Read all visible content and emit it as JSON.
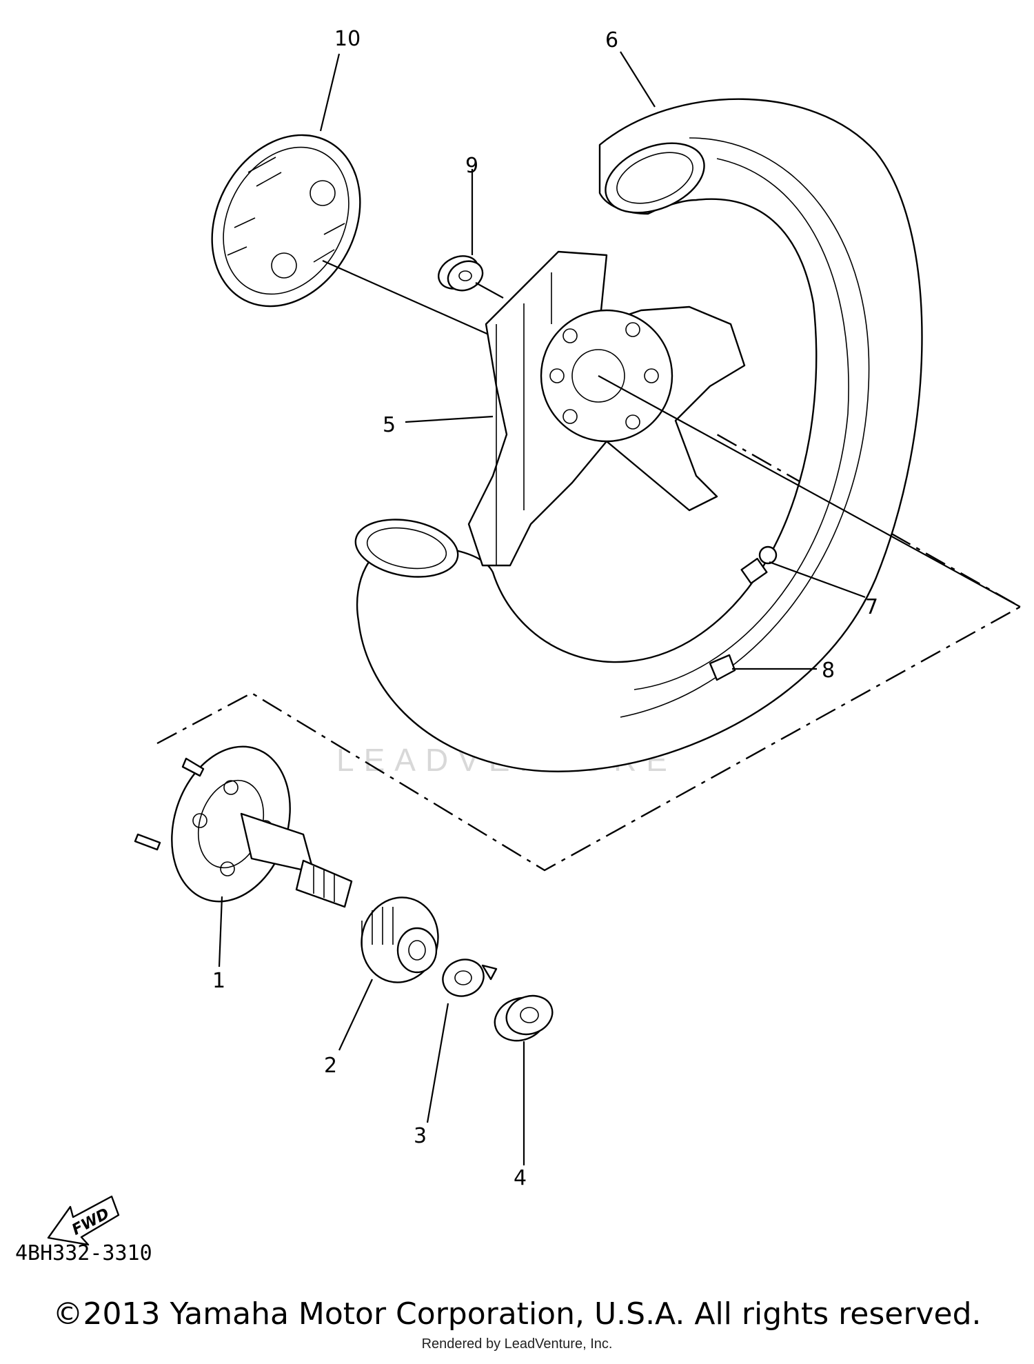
{
  "diagram_code": "4BH332-3310",
  "copyright": "©2013 Yamaha Motor Corporation, U.S.A. All rights reserved.",
  "rendered_by": "Rendered by LeadVenture, Inc.",
  "watermark": "LEADVENTURE",
  "fwd_label": "FWD",
  "callouts": {
    "c1": "1",
    "c2": "2",
    "c3": "3",
    "c4": "4",
    "c5": "5",
    "c6": "6",
    "c7": "7",
    "c8": "8",
    "c9": "9",
    "c10": "10"
  }
}
